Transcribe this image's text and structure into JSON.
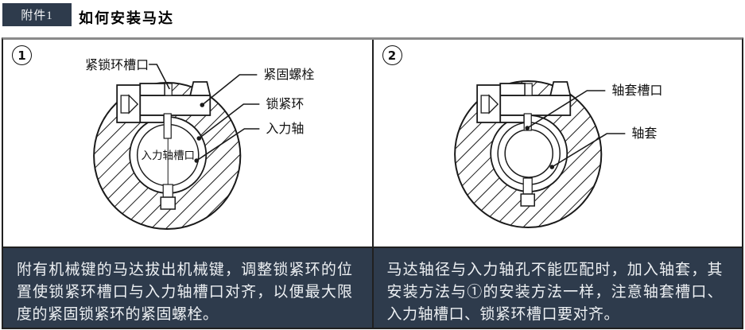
{
  "header": {
    "badge": "附件1",
    "title": "如何安装马达"
  },
  "colors": {
    "navy": "#2e3b4c",
    "ink": "#1a1a1a",
    "frame_top": "#8a8a8a"
  },
  "panels": [
    {
      "number": "1",
      "labels": {
        "lock_ring_slot": "紧锁环槽口",
        "clamp_bolt": "紧固螺栓",
        "lock_ring": "锁紧环",
        "input_shaft": "入力轴",
        "input_shaft_slot": "入力轴槽口"
      },
      "description": "附有机械键的马达拔出机械键，调整锁紧环的位置使锁紧环槽口与入力轴槽口对齐，以便最大限度的紧固锁紧环的紧固螺栓。"
    },
    {
      "number": "2",
      "labels": {
        "sleeve_slot": "轴套槽口",
        "sleeve": "轴套"
      },
      "description": "马达轴径与入力轴孔不能匹配时，加入轴套，其安装方法与①的安装方法一样，注意轴套槽口、入力轴槽口、锁紧环槽口要对齐。"
    }
  ]
}
